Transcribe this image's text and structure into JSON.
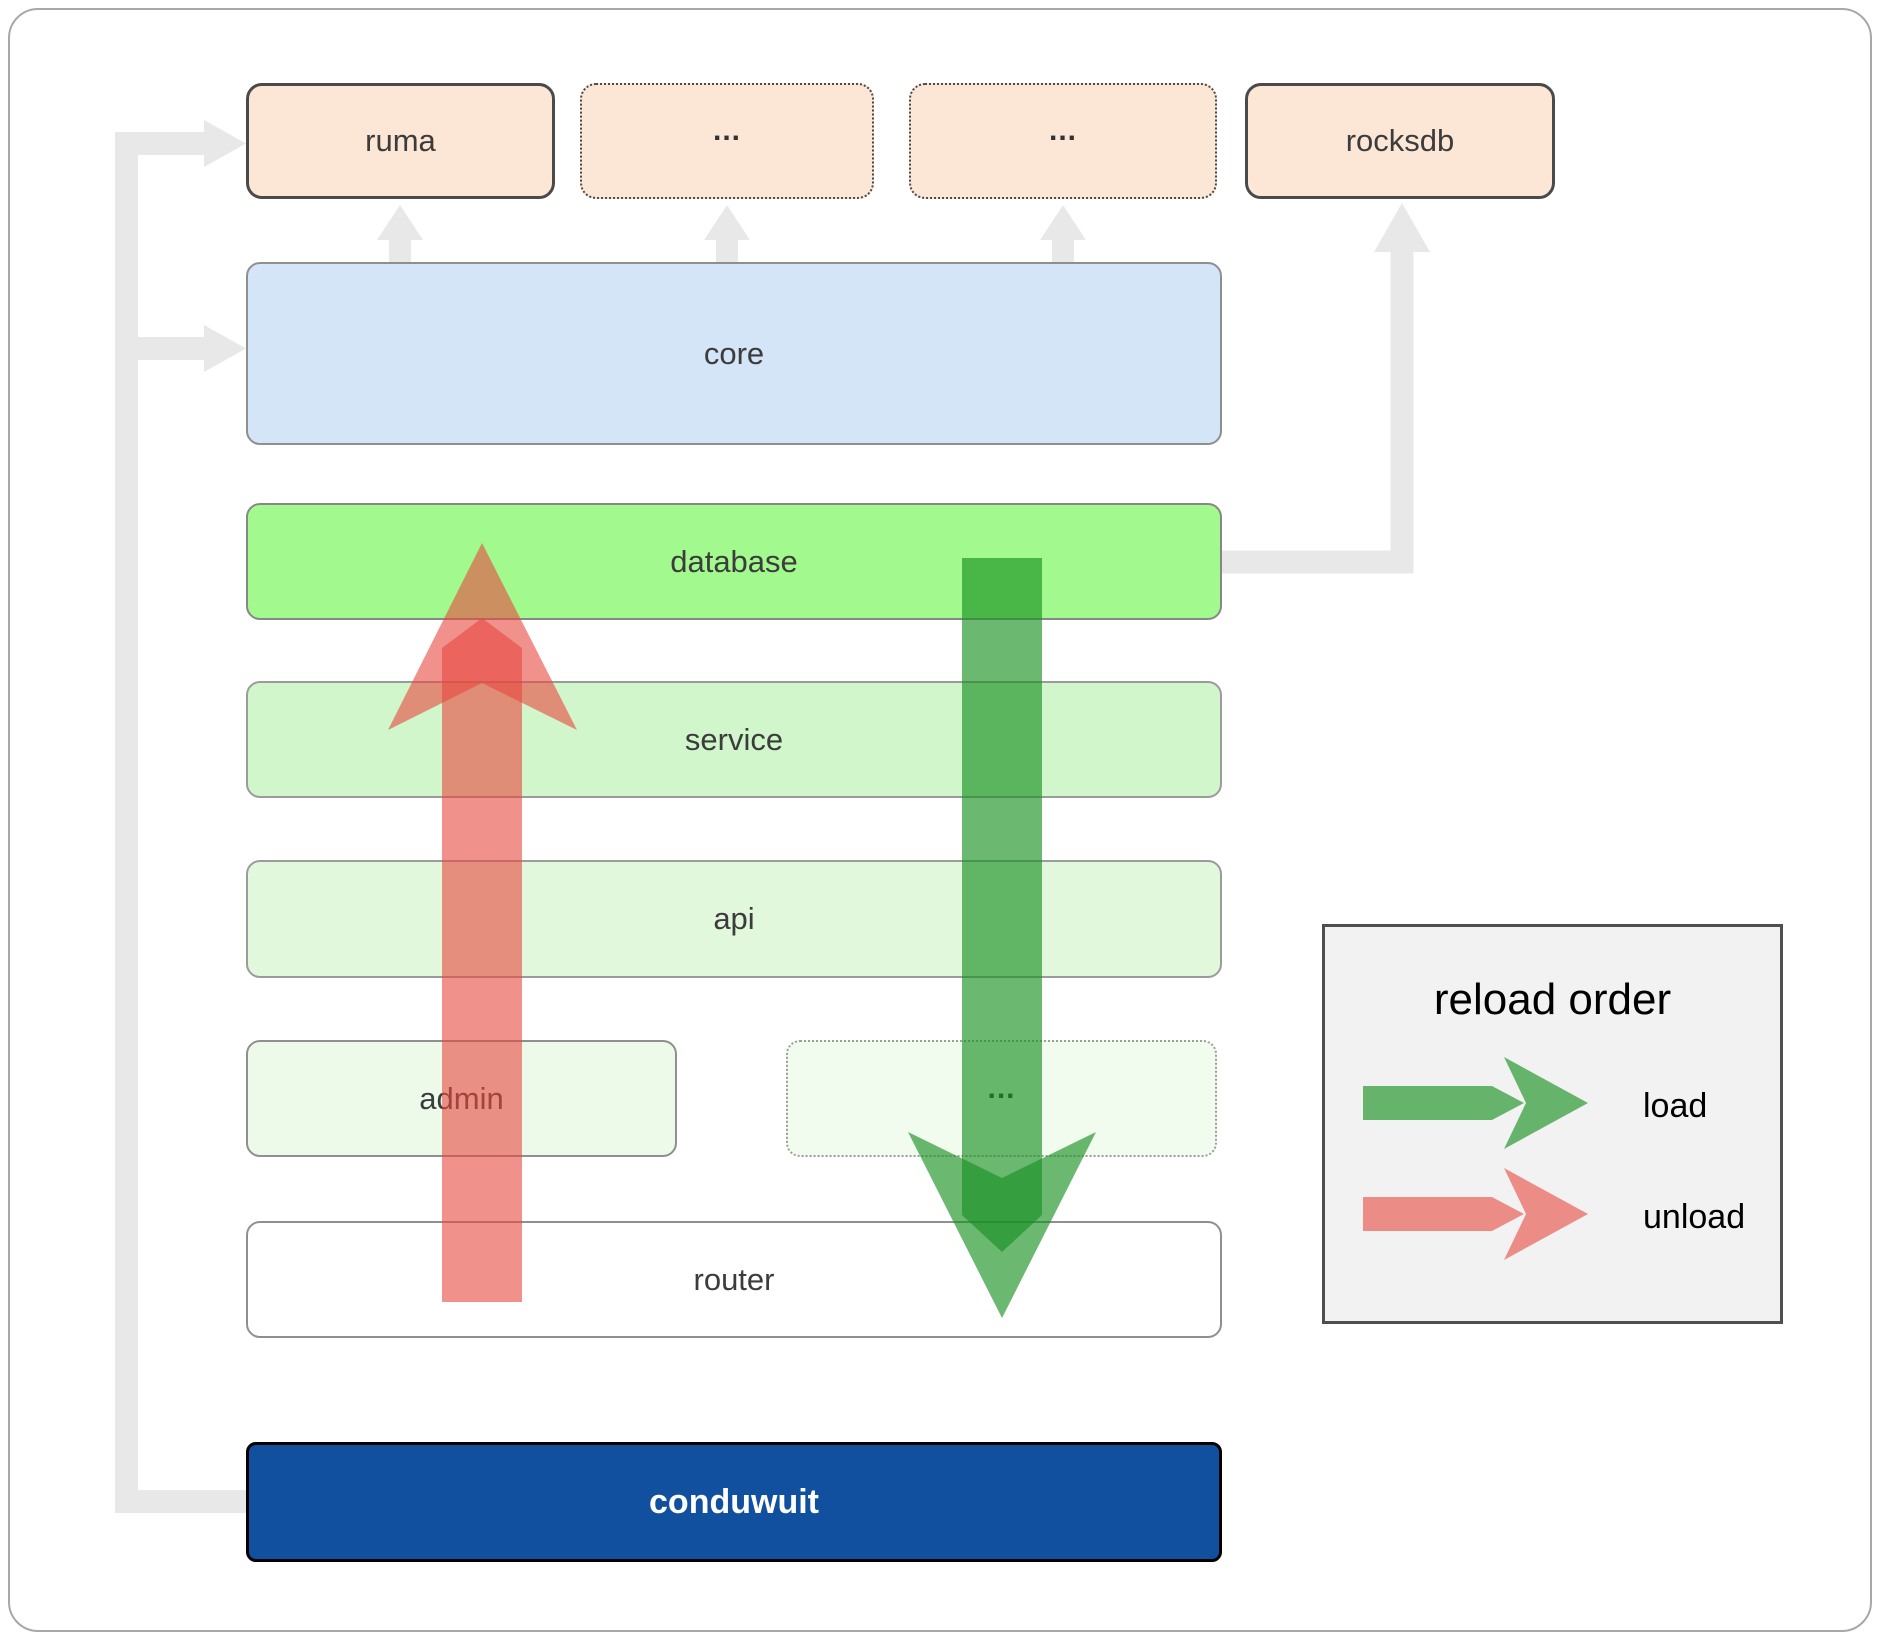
{
  "diagram": {
    "title_hint": "conduwuit module architecture",
    "nodes": {
      "ruma": {
        "label": "ruma"
      },
      "mod1": {
        "label": "..."
      },
      "mod2": {
        "label": "..."
      },
      "rocksdb": {
        "label": "rocksdb"
      },
      "core": {
        "label": "core"
      },
      "database": {
        "label": "database"
      },
      "service": {
        "label": "service"
      },
      "api": {
        "label": "api"
      },
      "admin": {
        "label": "admin"
      },
      "mod3": {
        "label": "..."
      },
      "router": {
        "label": "router"
      },
      "conduwuit": {
        "label": "conduwuit"
      }
    },
    "colors": {
      "peach_fill": "#fce6d5",
      "core_fill": "#d3e5f7",
      "database_fill": "#a2fa8e",
      "service_fill": "#d1f6cb",
      "api_fill": "#e1f8dc",
      "admin_fill": "#edfae9",
      "router_fill": "#ffffff",
      "conduwuit_fill": "#11509e",
      "legend_fill": "#f2f2f2",
      "connector_gray": "#e8e8e8",
      "load_arrow_green": "#189021",
      "unload_arrow_red": "#e8483f"
    }
  },
  "legend": {
    "title": "reload order",
    "items": [
      {
        "label": "load",
        "color": "#189021"
      },
      {
        "label": "unload",
        "color": "#e8483f"
      }
    ]
  }
}
